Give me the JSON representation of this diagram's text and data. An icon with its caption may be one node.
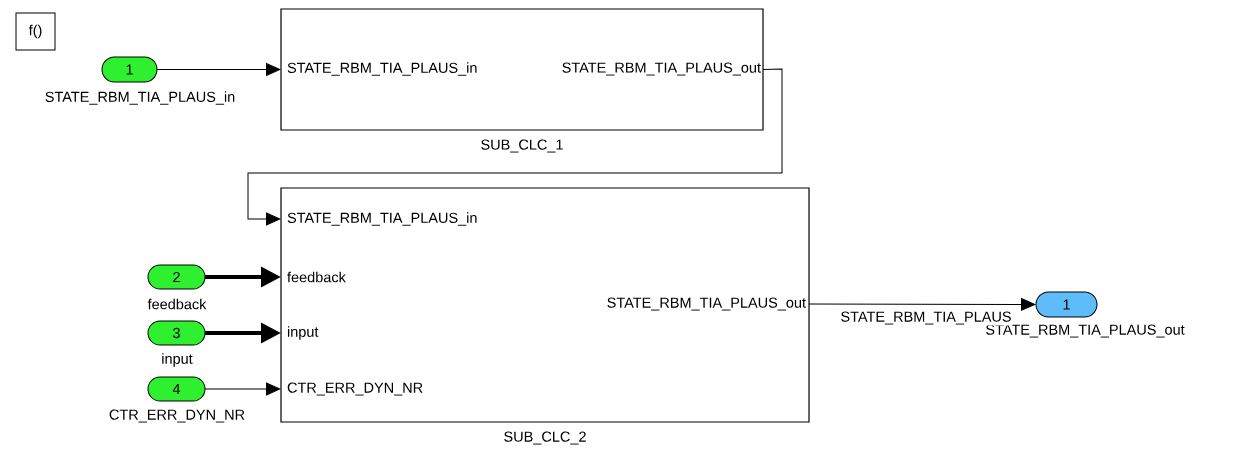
{
  "diagram": {
    "nodes": [
      {
        "text": [
          "f()"
        ]
      },
      {
        "text": [
          "1"
        ],
        "beside": [
          "STATE_RBM_TIA_PLAUS_in"
        ]
      },
      {
        "text": [
          "STATE_RBM_TIA_PLAUS_in",
          "STATE_RBM_TIA_PLAUS_out"
        ],
        "beside": [
          "SUB_CLC_1"
        ]
      },
      {
        "text": [
          "STATE_RBM_TIA_PLAUS_in",
          "feedback",
          "input",
          "CTR_ERR_DYN_NR",
          "STATE_RBM_TIA_PLAUS_out"
        ],
        "beside": [
          "SUB_CLC_2"
        ]
      },
      {
        "text": [
          "2"
        ],
        "beside": [
          "feedback"
        ]
      },
      {
        "text": [
          "3"
        ],
        "beside": [
          "input"
        ]
      },
      {
        "text": [
          "4"
        ],
        "beside": [
          "CTR_ERR_DYN_NR"
        ]
      },
      {
        "text": [
          "1"
        ],
        "beside": [
          "STATE_RBM_TIA_PLAUS_out"
        ]
      }
    ],
    "edges": [
      {
        "from": 1,
        "to": 2,
        "arrow": "to"
      },
      {
        "from": 2,
        "to": 3,
        "arrow": "to"
      },
      {
        "from": 4,
        "to": 3,
        "arrow": "to",
        "style": "thick"
      },
      {
        "from": 5,
        "to": 3,
        "arrow": "to",
        "style": "thick"
      },
      {
        "from": 6,
        "to": 3,
        "arrow": "to"
      },
      {
        "from": 3,
        "to": 7,
        "arrow": "to",
        "label": "STATE_RBM_TIA_PLAUS"
      }
    ]
  }
}
